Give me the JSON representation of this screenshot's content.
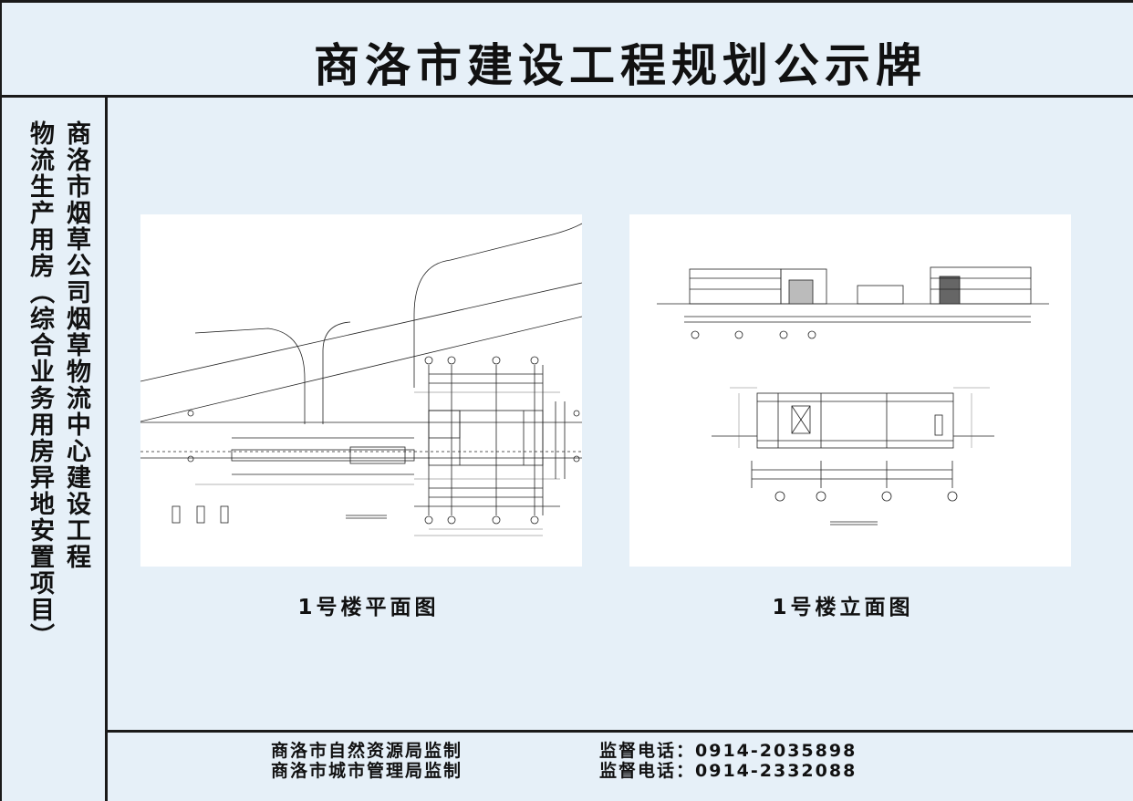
{
  "title": "商洛市建设工程规划公示牌",
  "project": {
    "col1": "商洛市烟草公司烟草物流中心建设工程",
    "col2": "物流生产用房（综合业务用房异地安置项目）"
  },
  "drawings": [
    {
      "caption": "1号楼平面图"
    },
    {
      "caption": "1号楼立面图"
    }
  ],
  "footer": {
    "line1_left": "商洛市自然资源局监制",
    "line1_right": "监督电话：0914-2035898",
    "line2_left": "商洛市城市管理局监制",
    "line2_right": "监督电话：0914-2332088"
  },
  "colors": {
    "background": "#e6f0f8",
    "border": "#1a1a1a",
    "text": "#111111"
  }
}
